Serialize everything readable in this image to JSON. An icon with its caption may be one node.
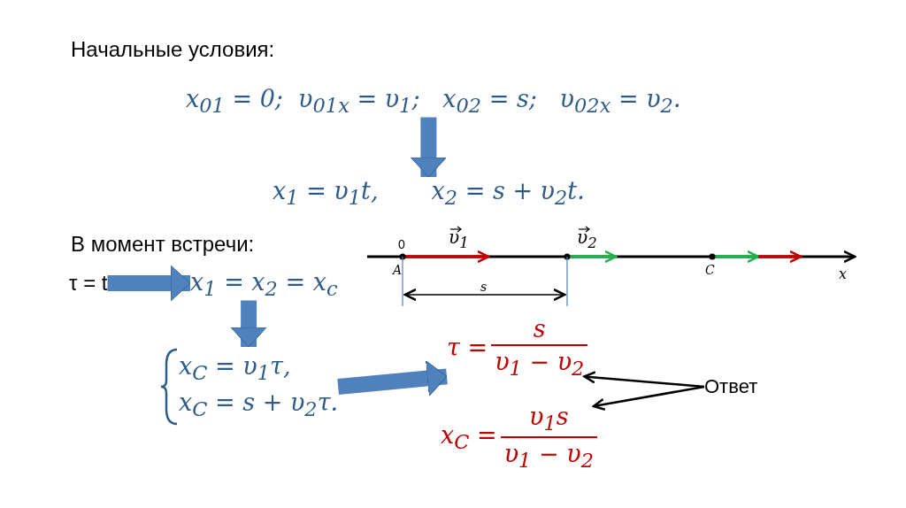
{
  "diagram": {
    "nodes": [
      {
        "text": [
          "x$_{01}$ = 0;  υ$_{01x}$ = υ$_{1}$;   x$_{02}$ = s;   υ$_{02x}$ = υ$_{2}$."
        ]
      },
      {
        "text": [
          "x$_{1}$ = υ$_{1}$t,       x$_{2}$ = s + υ$_{2}$t."
        ]
      },
      {
        "text": [
          "τ = t"
        ]
      },
      {
        "text": [
          "x$_{1}$ = x$_{2}$ = x$_{c}$"
        ]
      },
      {
        "text": [
          "x$_{C}$ = υ$_{1}$τ,",
          "x$_{C}$ = s + υ$_{2}$τ."
        ]
      },
      {
        "text": [
          "τ =",
          "s",
          "υ$_{1}$ − υ$_{2}$"
        ]
      },
      {
        "text": [
          "x$_{C}$ =",
          "υ$_{1}$s",
          "υ$_{1}$ − υ$_{2}$"
        ]
      },
      {
        "text": [
          "Ответ"
        ]
      }
    ],
    "edges": [
      {
        "from": 0,
        "to": 1,
        "arrow": "to"
      },
      {
        "from": 2,
        "to": 3,
        "arrow": "to"
      },
      {
        "from": 3,
        "to": 4,
        "arrow": "to"
      },
      {
        "from": 4,
        "to": 5,
        "arrow": "to"
      },
      {
        "from": 7,
        "to": 5,
        "arrow": "to",
        "color": "#000000"
      },
      {
        "from": 7,
        "to": 6,
        "arrow": "to",
        "color": "#000000"
      }
    ],
    "labels": [
      "Начальные условия:",
      "В момент встречи:",
      "0",
      "υ$_{1}$",
      "υ$_{2}$",
      "A",
      "C",
      "x",
      "s"
    ]
  }
}
